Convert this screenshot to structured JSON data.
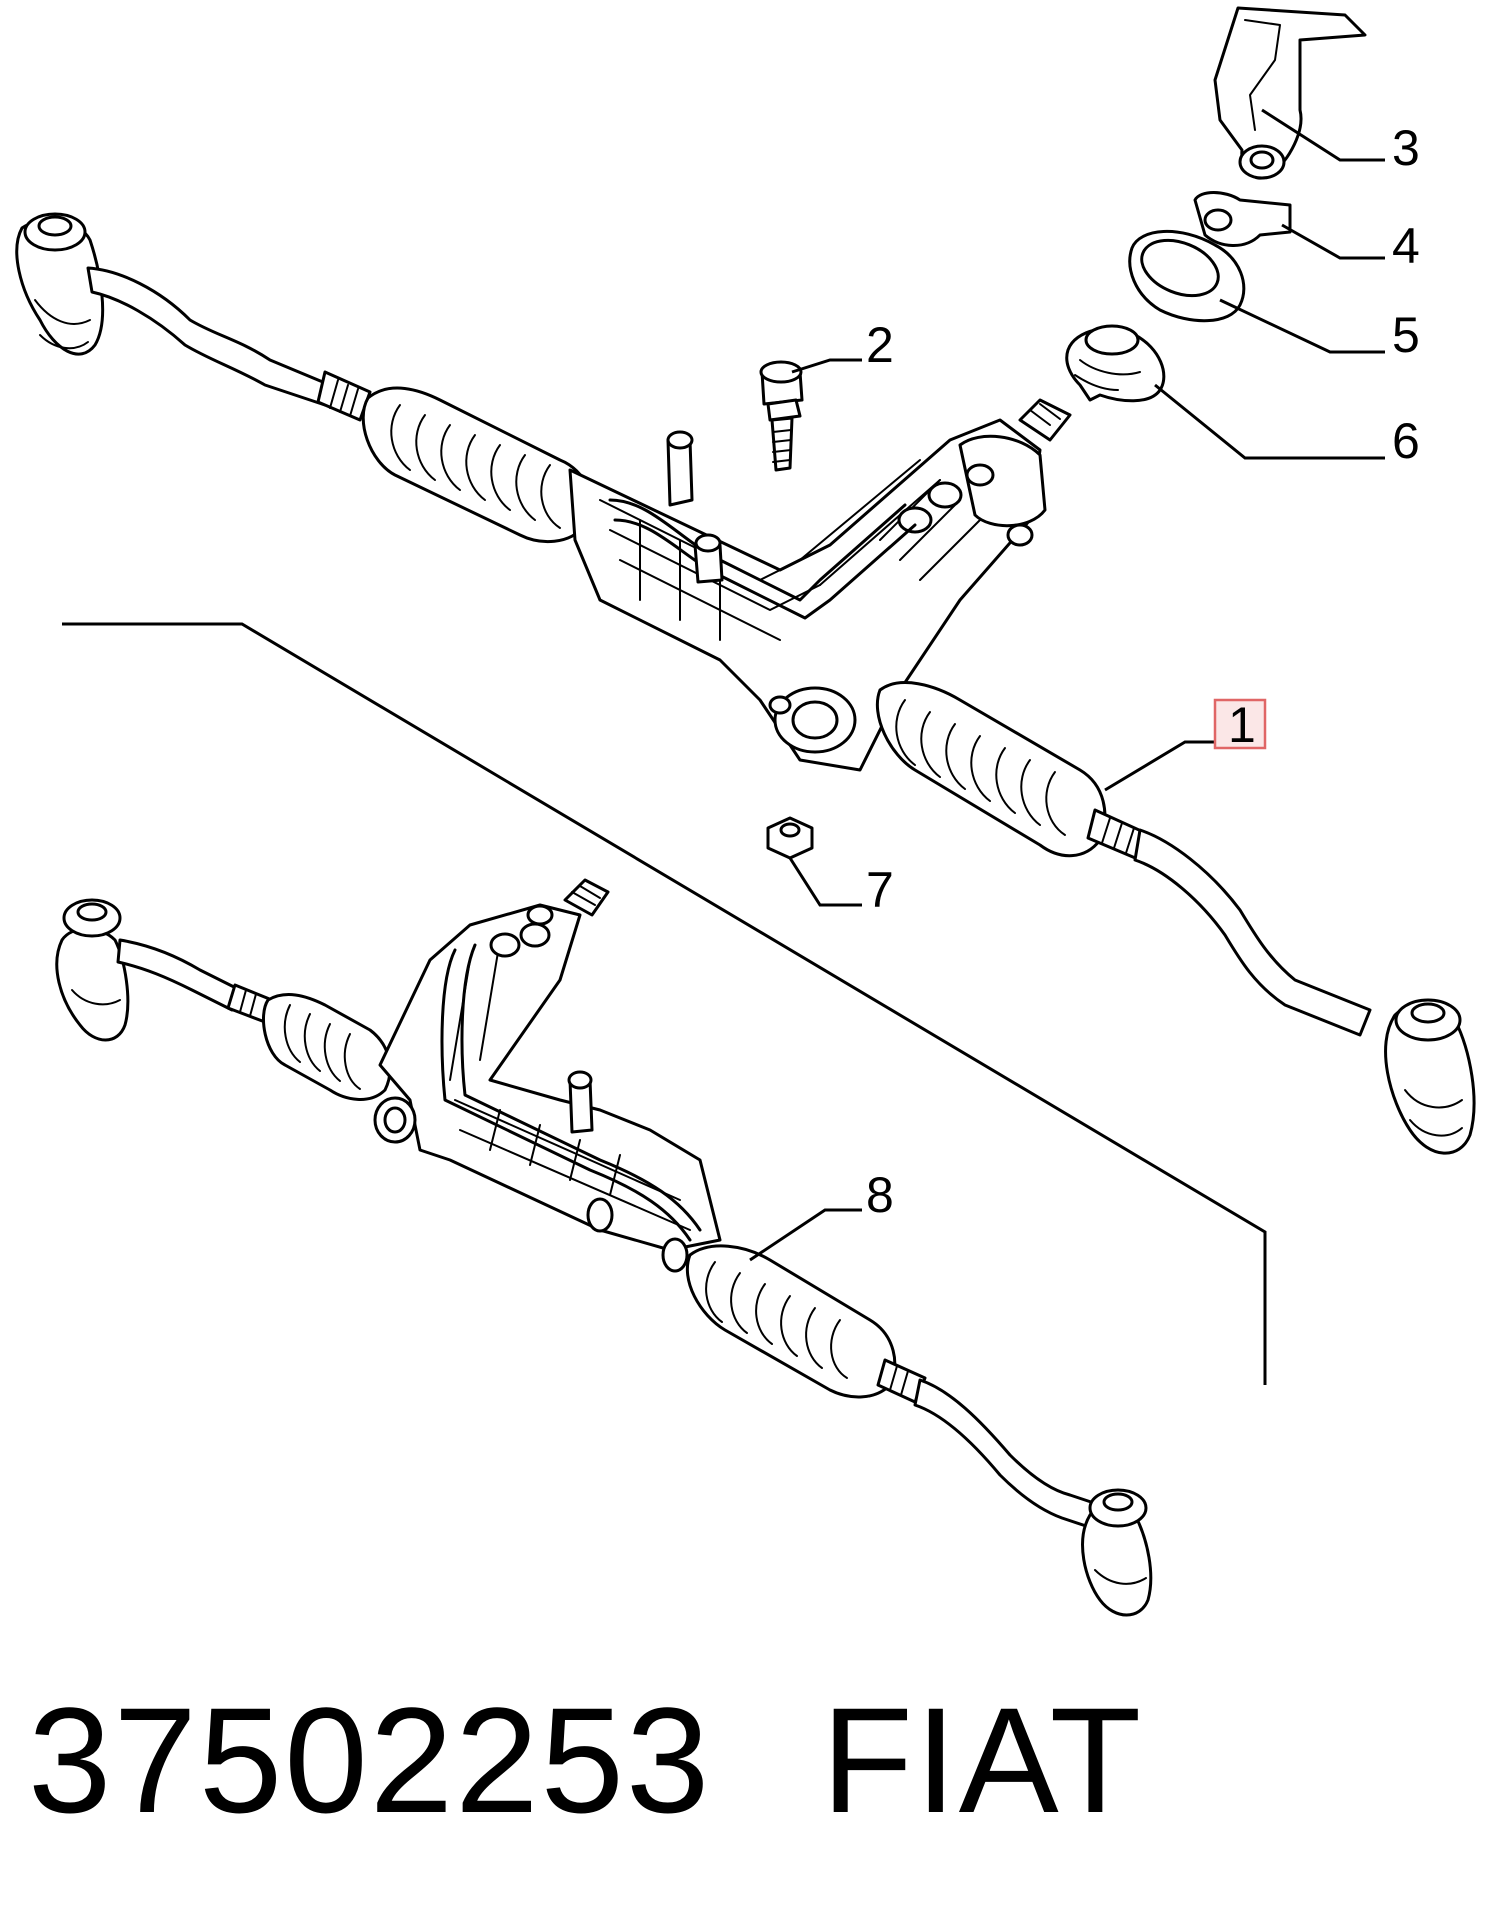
{
  "callouts": {
    "c1": {
      "label": "1",
      "highlight_color": "#e06666"
    },
    "c2": {
      "label": "2"
    },
    "c3": {
      "label": "3"
    },
    "c4": {
      "label": "4"
    },
    "c5": {
      "label": "5"
    },
    "c6": {
      "label": "6"
    },
    "c7": {
      "label": "7"
    },
    "c8": {
      "label": "8"
    }
  },
  "footer": {
    "part_number": "37502253",
    "brand": "FIAT"
  }
}
